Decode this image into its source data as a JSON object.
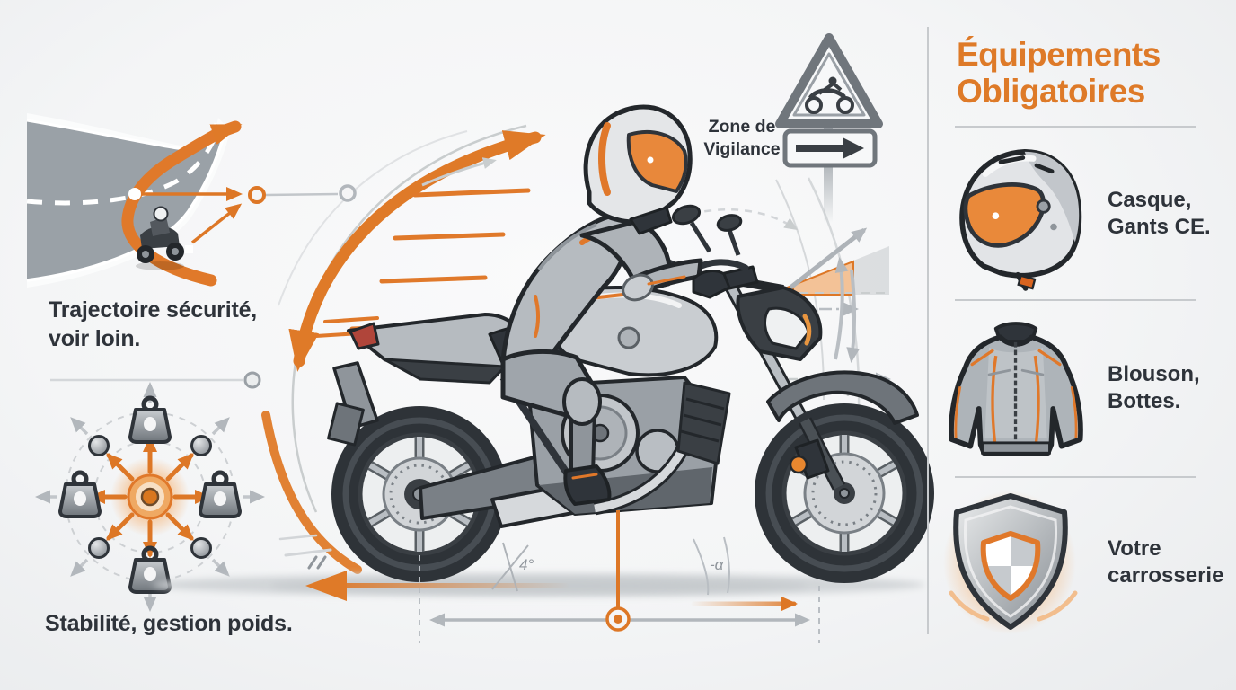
{
  "right_panel": {
    "title": {
      "line1": "Équipements",
      "line2": "Obligatoires"
    },
    "items": [
      {
        "icon": "helmet-icon",
        "label": {
          "line1": "Casque,",
          "line2": "Gants CE."
        }
      },
      {
        "icon": "jacket-icon",
        "label": {
          "line1": "Blouson,",
          "line2": "Bottes."
        }
      },
      {
        "icon": "shield-icon",
        "label": {
          "line1": "Votre",
          "line2": "carrosserie"
        }
      }
    ]
  },
  "captions": {
    "trajectory": {
      "line1": "Trajectoire sécurité,",
      "line2": "voir loin."
    },
    "stability": "Stabilité, gestion poids.",
    "vigilance": {
      "line1": "Zone de",
      "line2": "Vigilance"
    }
  },
  "annotations": {
    "rear_angle": "4°",
    "front_angle": "-α"
  },
  "icons": [
    "warning-triangle-motorcycle-sign",
    "direction-arrow-sign",
    "weight-icon",
    "helmet-icon",
    "jacket-icon",
    "shield-icon"
  ],
  "colors": {
    "accent_orange": "#DF7A28",
    "deep_orange": "#D9681C",
    "text_dark": "#2E333A",
    "line_gray": "#B9BEC3",
    "light_line_gray": "#CDD0D3",
    "road_gray": "#9AA1A7",
    "steel_dark": "#2E3338",
    "steel_mid": "#9AA0A6",
    "steel_light": "#D9DCDF"
  }
}
